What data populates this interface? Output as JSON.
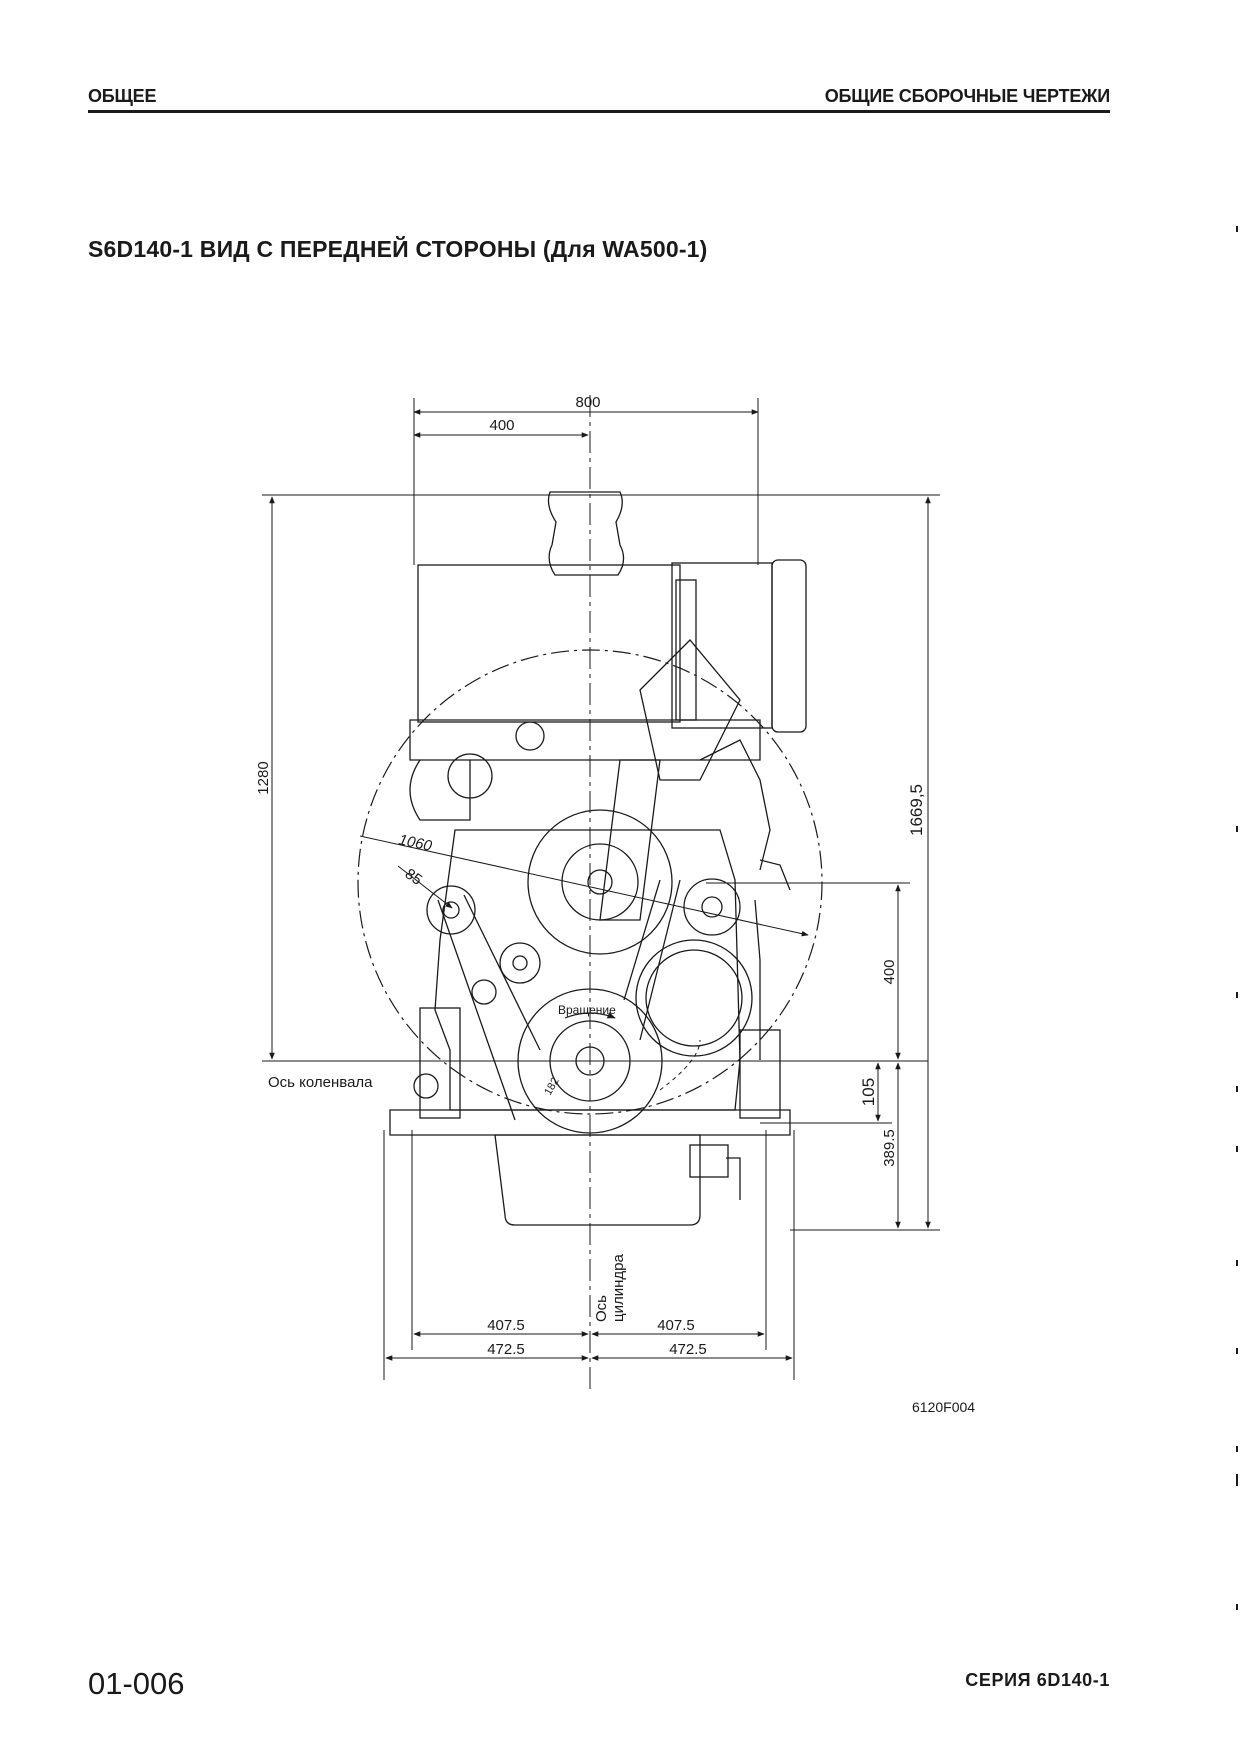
{
  "header": {
    "left": "ОБЩЕЕ",
    "right": "ОБЩИЕ СБОРОЧНЫЕ ЧЕРТЕЖИ"
  },
  "title": "S6D140-1 ВИД С ПЕРЕДНЕЙ СТОРОНЫ (Для WA500-1)",
  "drawing": {
    "dims": {
      "width_total": "800",
      "width_half": "400",
      "height_left": "1280",
      "height_right": "1669,5",
      "radius_outer": "1060",
      "radius_small": "85",
      "vert_400": "400",
      "vert_105": "105",
      "vert_389": "389.5",
      "bottom_407_left": "407.5",
      "bottom_407_right": "407.5",
      "bottom_472_left": "472.5",
      "bottom_472_right": "472.5",
      "crank_label_small": "182"
    },
    "labels": {
      "crank_axis": "Ось коленвала",
      "rotation": "Вращение",
      "cyl_axis_1": "Ось",
      "cyl_axis_2": "цилиндра"
    },
    "figure_code": "6120F004"
  },
  "footer": {
    "page_number": "01-006",
    "series": "СЕРИЯ 6D140-1"
  }
}
